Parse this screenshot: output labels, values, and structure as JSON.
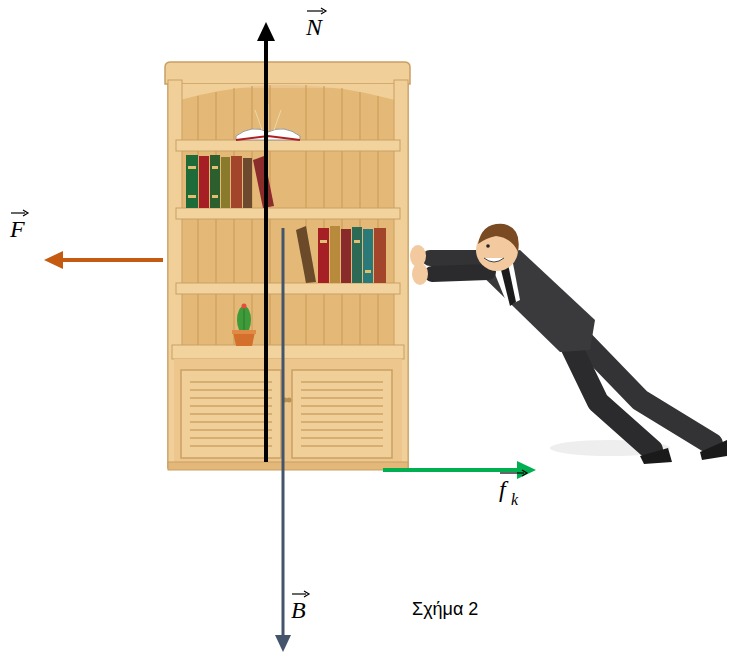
{
  "diagram": {
    "caption": "Σχήμα 2",
    "labels": [
      "N",
      "F",
      "f",
      "k",
      "B"
    ]
  }
}
